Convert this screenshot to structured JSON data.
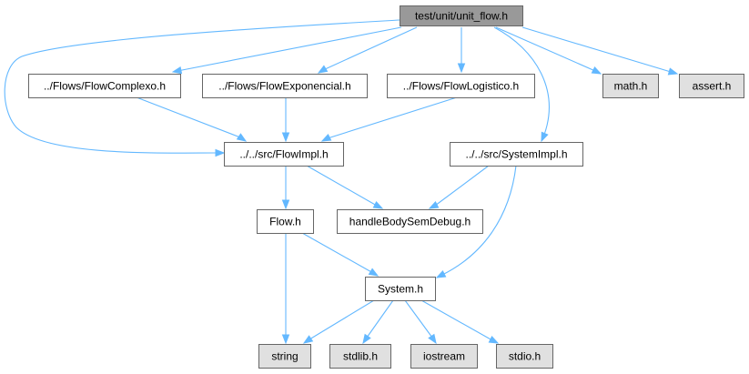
{
  "colors": {
    "focus_fill": "#999999",
    "node_fill": "#ffffff",
    "external_fill": "#e0e0e0",
    "border": "#666666",
    "edge": "#63b8ff"
  },
  "nodes": [
    {
      "id": "unit_flow",
      "label": "test/unit/unit_flow.h",
      "kind": "focus"
    },
    {
      "id": "flow_complexo",
      "label": "../Flows/FlowComplexo.h",
      "kind": "local"
    },
    {
      "id": "flow_exponencial",
      "label": "../Flows/FlowExponencial.h",
      "kind": "local"
    },
    {
      "id": "flow_logistico",
      "label": "../Flows/FlowLogistico.h",
      "kind": "local"
    },
    {
      "id": "math_h",
      "label": "math.h",
      "kind": "external"
    },
    {
      "id": "assert_h",
      "label": "assert.h",
      "kind": "external"
    },
    {
      "id": "flow_impl",
      "label": "../../src/FlowImpl.h",
      "kind": "local"
    },
    {
      "id": "system_impl",
      "label": "../../src/SystemImpl.h",
      "kind": "local"
    },
    {
      "id": "flow_h",
      "label": "Flow.h",
      "kind": "local"
    },
    {
      "id": "handle_body",
      "label": "handleBodySemDebug.h",
      "kind": "local"
    },
    {
      "id": "system_h",
      "label": "System.h",
      "kind": "local"
    },
    {
      "id": "string",
      "label": "string",
      "kind": "external"
    },
    {
      "id": "stdlib_h",
      "label": "stdlib.h",
      "kind": "external"
    },
    {
      "id": "iostream",
      "label": "iostream",
      "kind": "external"
    },
    {
      "id": "stdio_h",
      "label": "stdio.h",
      "kind": "external"
    }
  ],
  "edges": [
    {
      "from": "unit_flow",
      "to": "flow_complexo"
    },
    {
      "from": "unit_flow",
      "to": "flow_exponencial"
    },
    {
      "from": "unit_flow",
      "to": "flow_logistico"
    },
    {
      "from": "unit_flow",
      "to": "math_h"
    },
    {
      "from": "unit_flow",
      "to": "assert_h"
    },
    {
      "from": "unit_flow",
      "to": "flow_impl"
    },
    {
      "from": "unit_flow",
      "to": "system_impl"
    },
    {
      "from": "flow_complexo",
      "to": "flow_impl"
    },
    {
      "from": "flow_exponencial",
      "to": "flow_impl"
    },
    {
      "from": "flow_logistico",
      "to": "flow_impl"
    },
    {
      "from": "flow_impl",
      "to": "flow_h"
    },
    {
      "from": "flow_impl",
      "to": "handle_body"
    },
    {
      "from": "system_impl",
      "to": "handle_body"
    },
    {
      "from": "system_impl",
      "to": "system_h"
    },
    {
      "from": "flow_h",
      "to": "system_h"
    },
    {
      "from": "flow_h",
      "to": "string"
    },
    {
      "from": "system_h",
      "to": "string"
    },
    {
      "from": "system_h",
      "to": "stdlib_h"
    },
    {
      "from": "system_h",
      "to": "iostream"
    },
    {
      "from": "system_h",
      "to": "stdio_h"
    }
  ]
}
